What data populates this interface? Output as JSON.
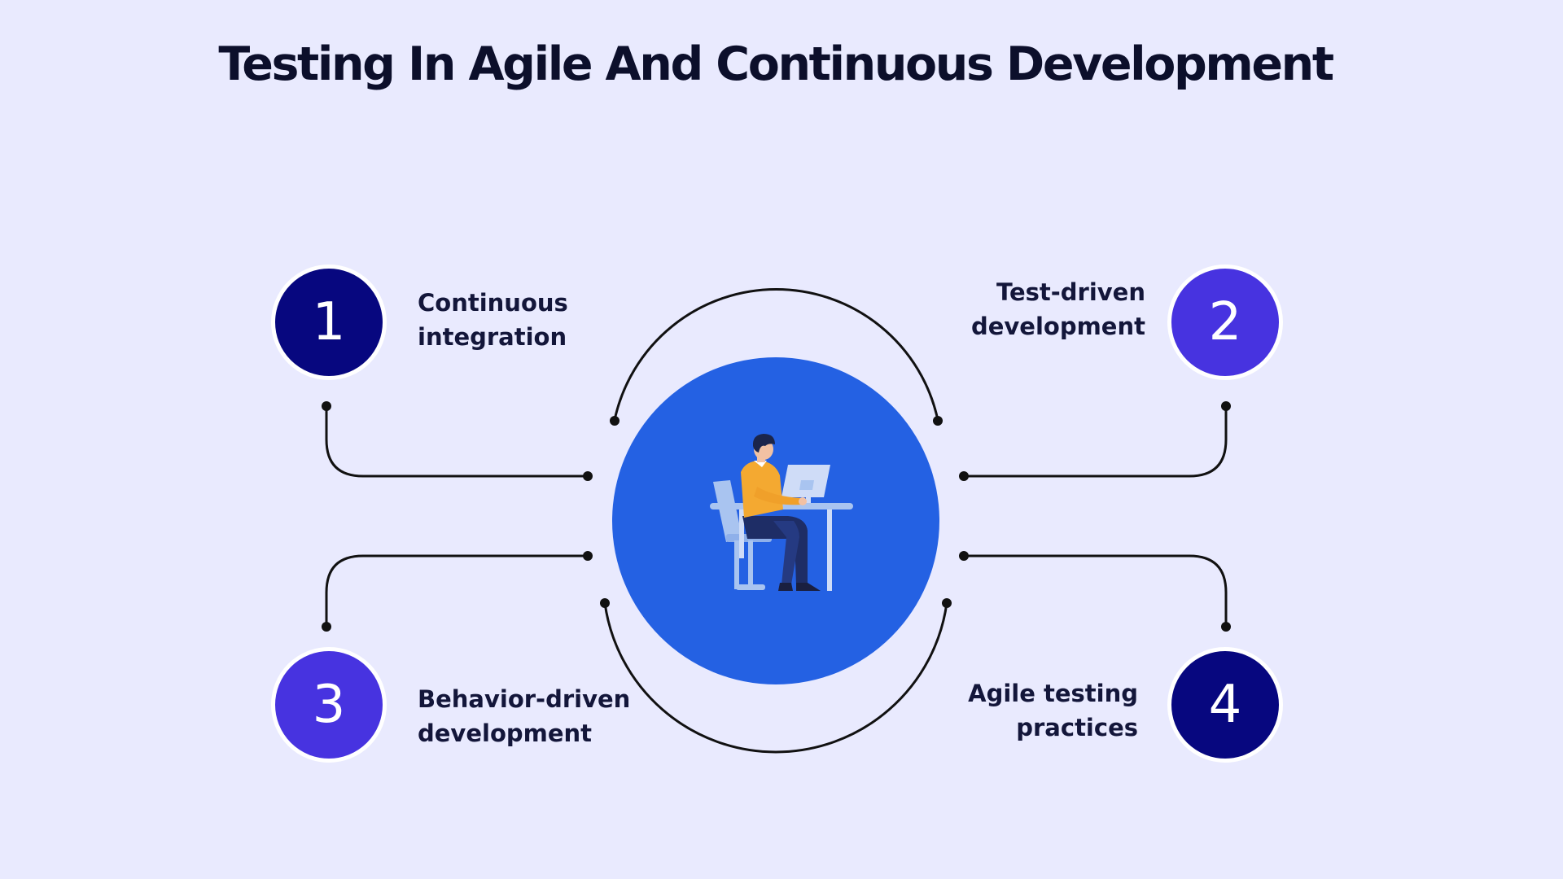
{
  "title": "Testing In Agile And Continuous Development",
  "colors": {
    "background": "#e9eafe",
    "dark_navy": "#07077f",
    "violet": "#4733e0",
    "center_blue": "#2461e3",
    "line": "#111111"
  },
  "center": {
    "icon": "person-at-computer-desk-icon"
  },
  "items": [
    {
      "number": "1",
      "label_line1": "Continuous",
      "label_line2": "integration",
      "color": "#07077f"
    },
    {
      "number": "2",
      "label_line1": "Test-driven",
      "label_line2": "development",
      "color": "#4733e0"
    },
    {
      "number": "3",
      "label_line1": "Behavior-driven",
      "label_line2": "development",
      "color": "#4733e0"
    },
    {
      "number": "4",
      "label_line1": "Agile testing",
      "label_line2": "practices",
      "color": "#07077f"
    }
  ]
}
